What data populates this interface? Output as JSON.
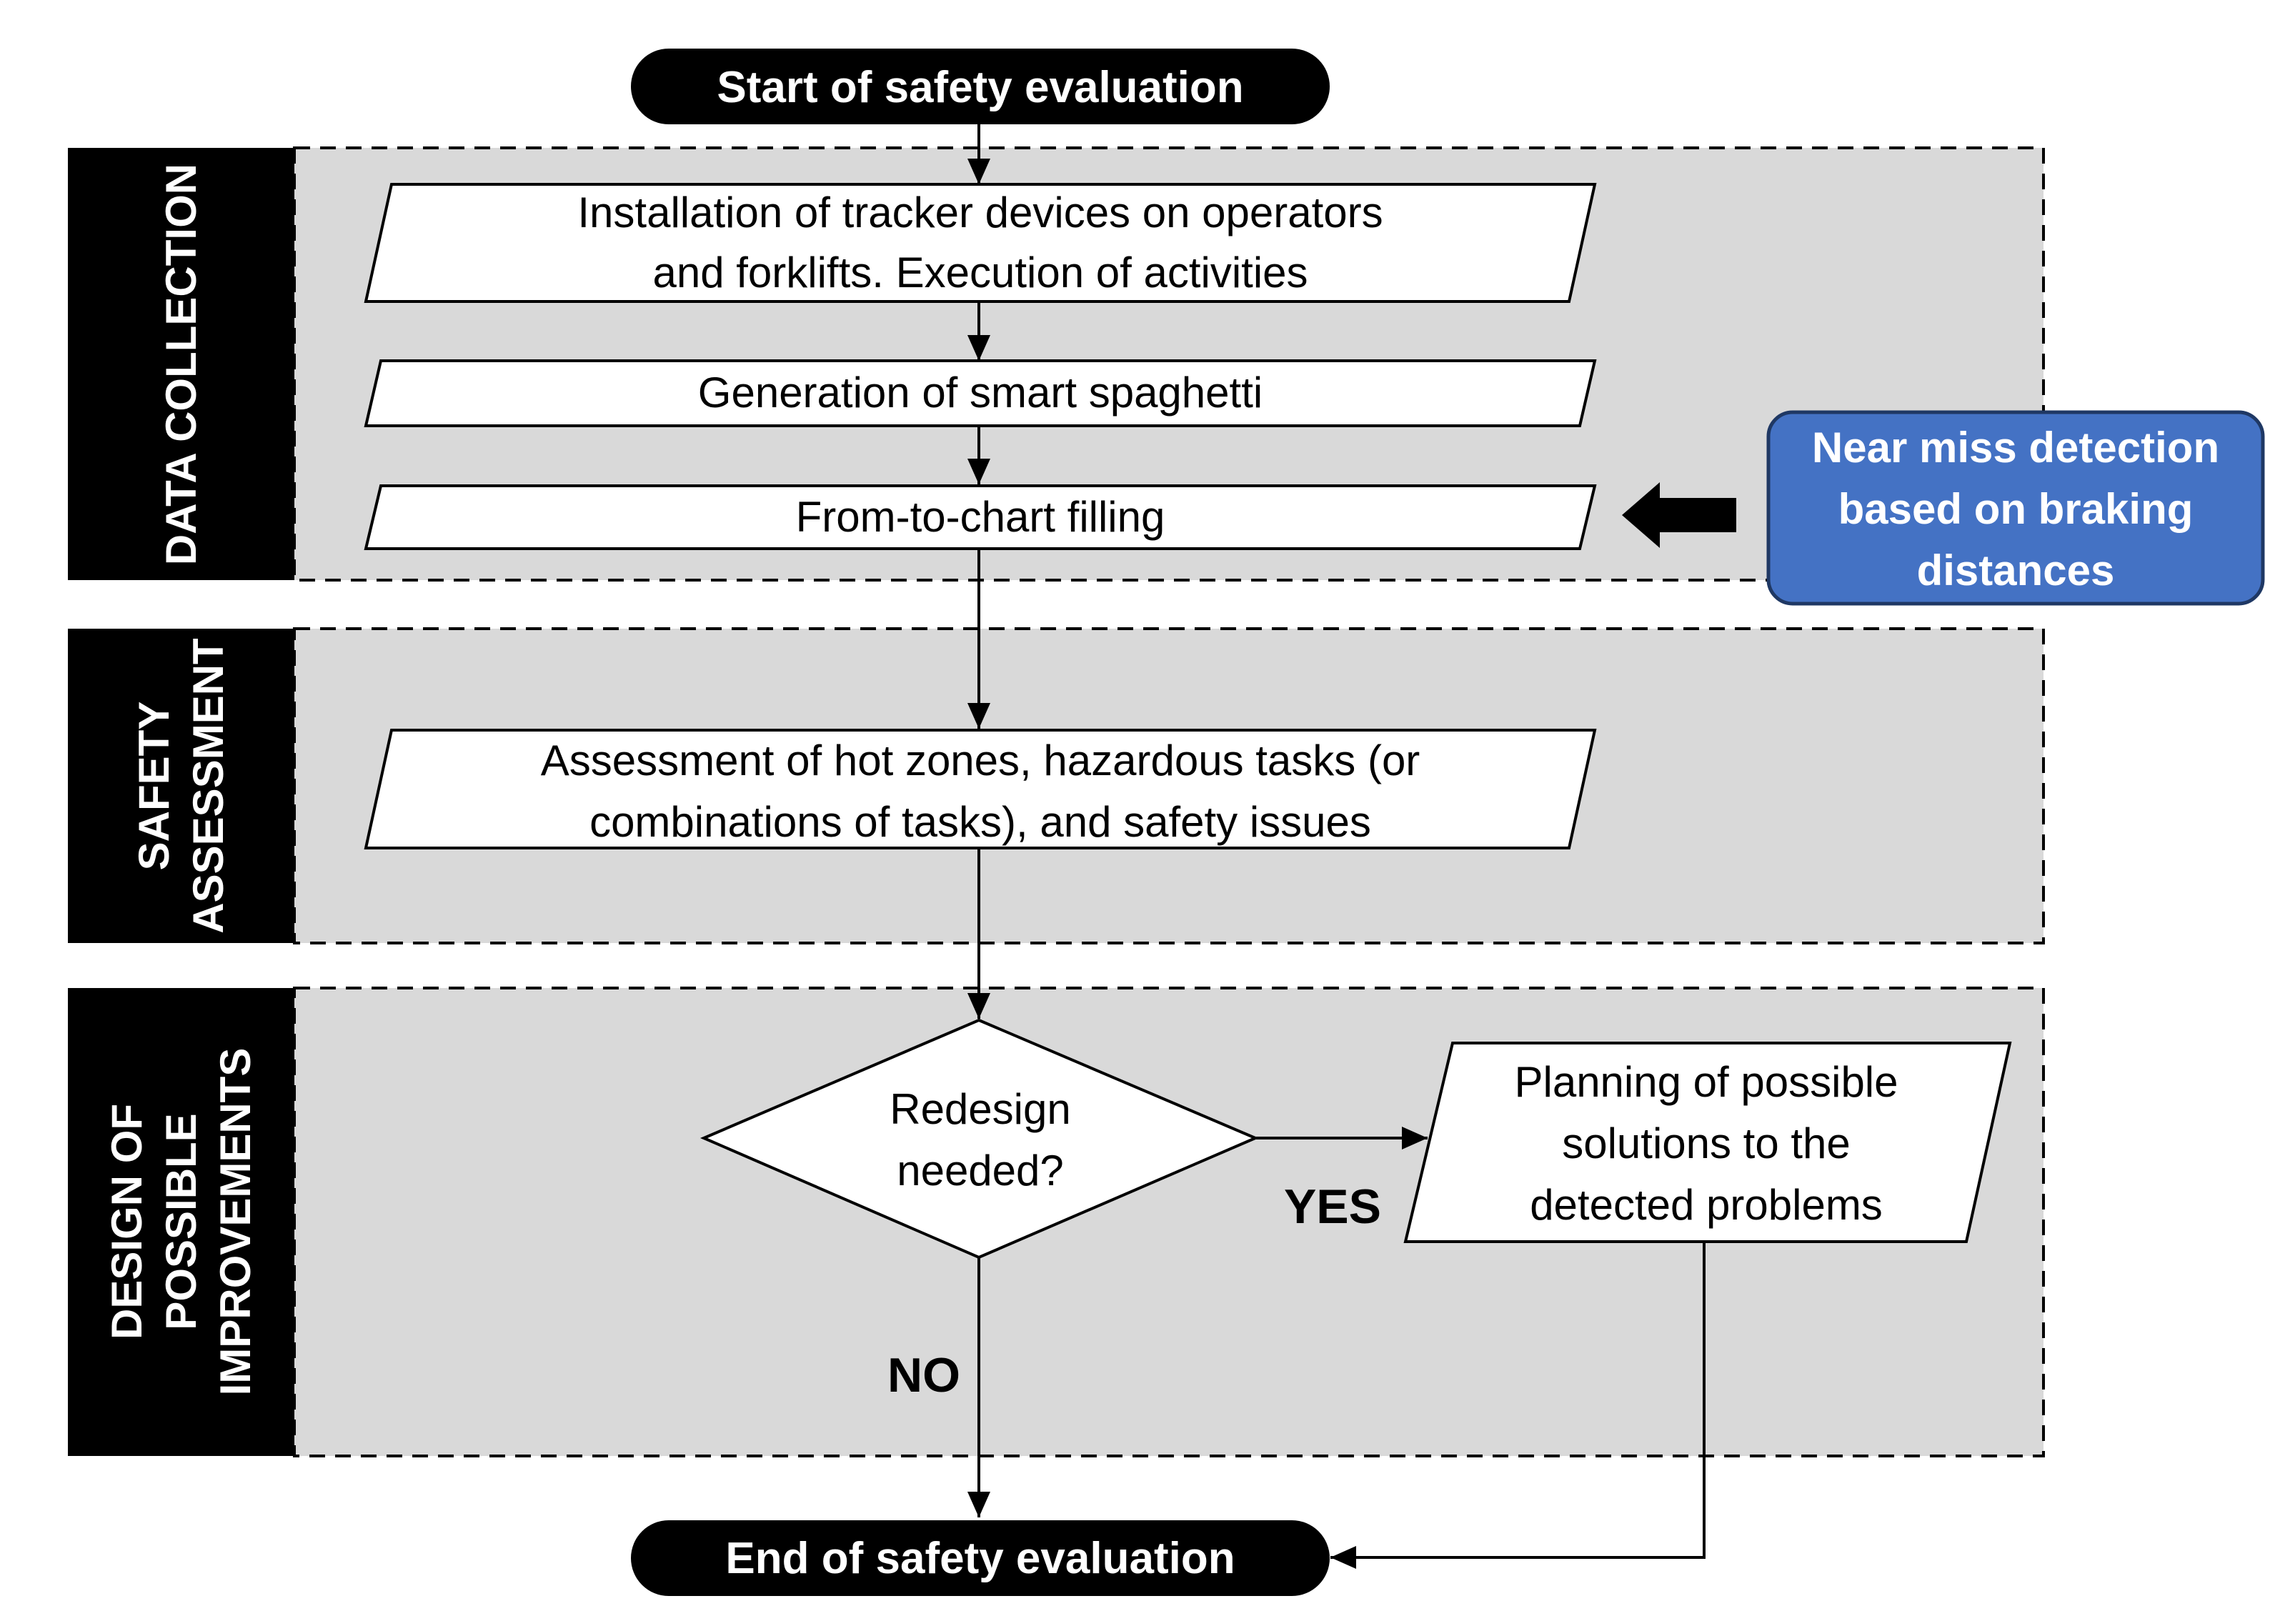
{
  "start_label": "Start of safety evaluation",
  "end_label": "End of safety evaluation",
  "phases": [
    {
      "id": "data-collection",
      "lines": [
        "DATA COLLECTION"
      ]
    },
    {
      "id": "safety-assessment",
      "lines": [
        "SAFETY",
        "ASSESSMENT"
      ]
    },
    {
      "id": "design-improvements",
      "lines": [
        "DESIGN OF",
        "POSSIBLE",
        "IMPROVEMENTS"
      ]
    }
  ],
  "steps": [
    {
      "id": "install-trackers",
      "lines": [
        "Installation of tracker devices on operators",
        "and forklifts. Execution of activities"
      ]
    },
    {
      "id": "smart-spaghetti",
      "lines": [
        "Generation of smart spaghetti"
      ]
    },
    {
      "id": "from-to-chart",
      "lines": [
        "From-to-chart filling"
      ]
    },
    {
      "id": "assessment",
      "lines": [
        "Assessment of hot zones, hazardous tasks (or",
        "combinations of tasks), and safety issues"
      ]
    },
    {
      "id": "planning",
      "lines": [
        "Planning of possible",
        "solutions to the",
        "detected problems"
      ]
    }
  ],
  "decision": {
    "lines": [
      "Redesign",
      "needed?"
    ]
  },
  "branches": {
    "yes": "YES",
    "no": "NO"
  },
  "note": {
    "lines": [
      "Near miss detection",
      "based on braking",
      "distances"
    ]
  },
  "colors": {
    "phase_fill": "#d9d9d9",
    "phase_label_bg": "#000000",
    "terminal_fill": "#000000",
    "note_fill": "#4472c4",
    "note_border": "#1f3864"
  }
}
